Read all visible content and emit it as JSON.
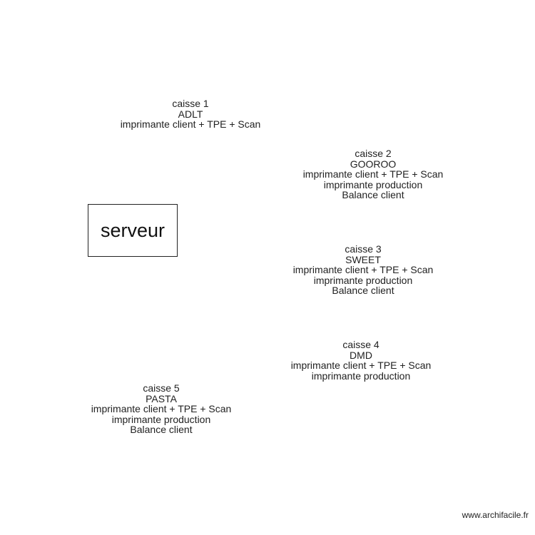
{
  "server": {
    "label": "serveur"
  },
  "caisses": [
    {
      "lines": [
        "caisse 1",
        "ADLT",
        "imprimante client + TPE + Scan"
      ]
    },
    {
      "lines": [
        "caisse 2",
        "GOOROO",
        "imprimante client + TPE + Scan",
        "imprimante production",
        "Balance client"
      ]
    },
    {
      "lines": [
        "caisse 3",
        "SWEET",
        "imprimante client + TPE + Scan",
        "imprimante production",
        "Balance client"
      ]
    },
    {
      "lines": [
        "caisse 4",
        "DMD",
        "imprimante client + TPE + Scan",
        "imprimante production"
      ]
    },
    {
      "lines": [
        "caisse 5",
        "PASTA",
        "imprimante client + TPE + Scan",
        "imprimante production",
        "Balance client"
      ]
    }
  ],
  "watermark": "www.archifacile.fr"
}
